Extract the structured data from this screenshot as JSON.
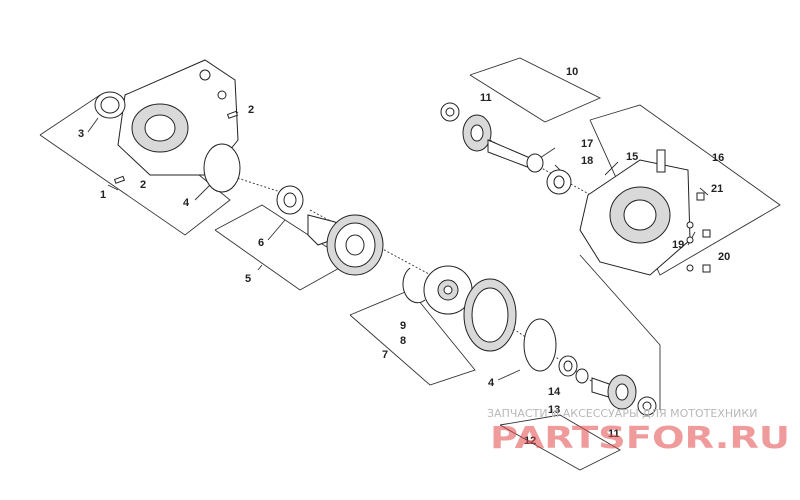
{
  "callouts": {
    "c1": "1",
    "c2a": "2",
    "c2b": "2",
    "c3": "3",
    "c4a": "4",
    "c4b": "4",
    "c5": "5",
    "c6": "6",
    "c7": "7",
    "c8": "8",
    "c9": "9",
    "c10": "10",
    "c11a": "11",
    "c11b": "11",
    "c12": "12",
    "c13": "13",
    "c14": "14",
    "c15": "15",
    "c16": "16",
    "c17": "17",
    "c18": "18",
    "c19": "19",
    "c20": "20",
    "c21": "21"
  },
  "watermark": {
    "tagline": "ЗАПЧАСТИ И АКСЕССУАРЫ ДЛЯ МОТОТЕХНИКИ",
    "logo": "PARTSFOR.RU"
  },
  "colors": {
    "line": "#222222",
    "watermark_logo": "#e34a4a",
    "watermark_text": "#b8b8b8"
  }
}
